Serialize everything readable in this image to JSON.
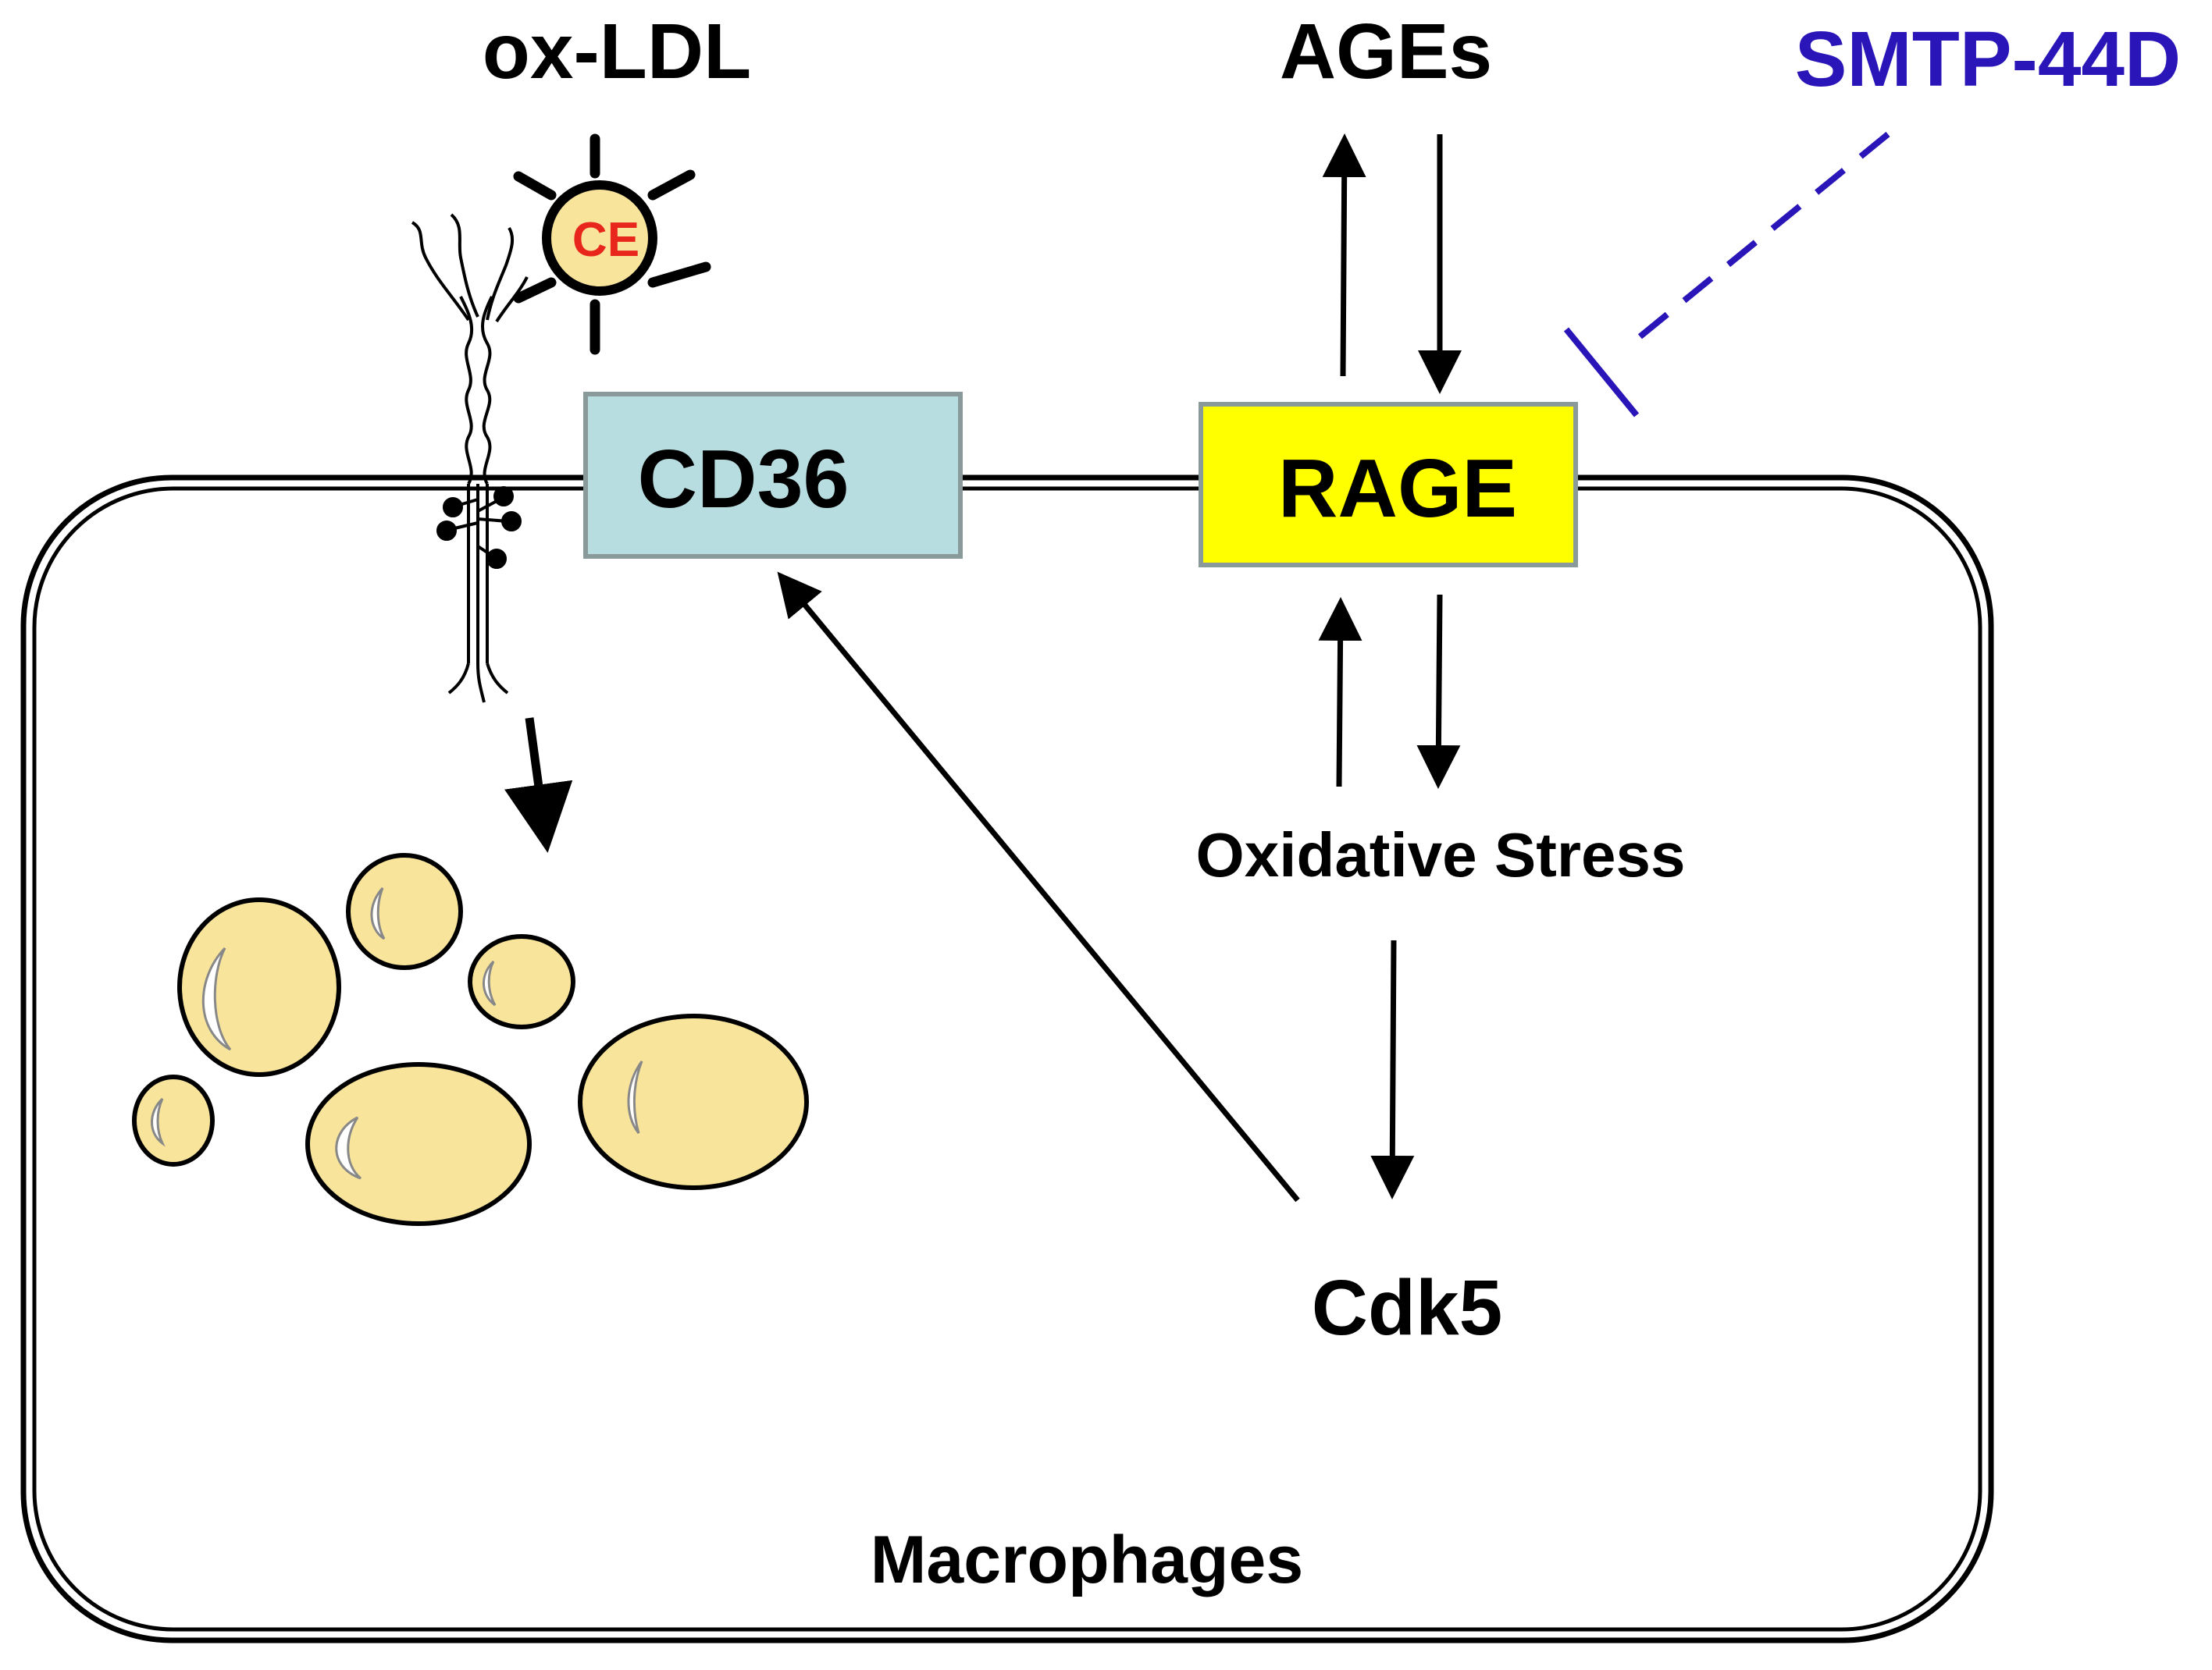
{
  "labels": {
    "oxldl": "ox-LDL",
    "ce": "CE",
    "ages": "AGEs",
    "smtp": "SMTP-44D",
    "cd36": "CD36",
    "rage": "RAGE",
    "oxidative_stress": "Oxidative Stress",
    "cdk5": "Cdk5",
    "cell": "Macrophages"
  },
  "colors": {
    "cd36_fill": "#b8dde0",
    "rage_fill": "#ffff00",
    "box_border": "#8a9a9a",
    "lipid_fill": "#f8e49a",
    "inhibitor": "#2a16b8",
    "ce_text": "#e8261c",
    "line": "#000000"
  }
}
